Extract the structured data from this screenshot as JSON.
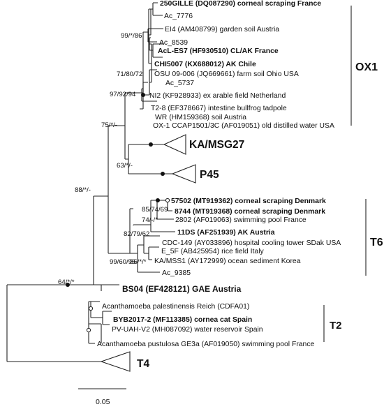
{
  "taxa": {
    "t01": "250GILLE (DQ087290) corneal scraping France",
    "t02": "Ac_7776",
    "t03": "EI4 (AM408799) garden soil Austria",
    "t04": "Ac_8539",
    "t05": "AcL-ES7 (HF930510) CL/AK France",
    "t06": "CHI5007 (KX688012) AK Chile",
    "t07": "OSU 09-006 (JQ669661) farm soil Ohio USA",
    "t08": "Ac_5737",
    "t09": "NI2 (KF928933) ex arable field Netherland",
    "t10": "T2-8 (EF378667) intestine bullfrog tadpole",
    "t11": "WR (HM159368) soil Austria",
    "t12": "OX-1 CCAP1501/3C (AF019051) old distilled water USA",
    "t13": "KA/MSG27",
    "t14": "P45",
    "t15": "57502 (MT919362) corneal scraping Denmark",
    "t16": "8744 (MT919368) corneal scraping Denmark",
    "t17": "2802 (AF019063) swimming pool France",
    "t18": "11DS (AF251939) AK Austria",
    "t19": "CDC-149 (AY033896) hospital cooling tower SDak USA",
    "t20": "E_5F (AB425954) rice field Italy",
    "t21": "KA/MSS1 (AY172999) ocean sediment Korea",
    "t22": "Ac_9385",
    "t23": "BS04 (EF428121) GAE Austria",
    "t24": "Acanthamoeba palestinensis Reich (CDFA01)",
    "t25": "BYB2017-2 (MF113385) cornea cat Spain",
    "t26": "PV-UAH-V2 (MH087092) water reservoir Spain",
    "t27": "Acanthamoeba pustulosa GE3a (AF019050) swimming pool France",
    "t28": "T4"
  },
  "support": {
    "s1": "99/*/86",
    "s2": "71/80/72",
    "s3": "97/92/94",
    "s4": "75/*/-",
    "s5": "63/*/-",
    "s6": "88/*/-",
    "s7": "64/*/*",
    "s8": "85/74/69",
    "s9": "74/-/*",
    "s10": "82/79/62",
    "s11": "86/*/*",
    "s12": "99/60/96"
  },
  "clades": {
    "ox1": "OX1",
    "t6": "T6",
    "t2": "T2"
  },
  "scale_label": "0.05"
}
